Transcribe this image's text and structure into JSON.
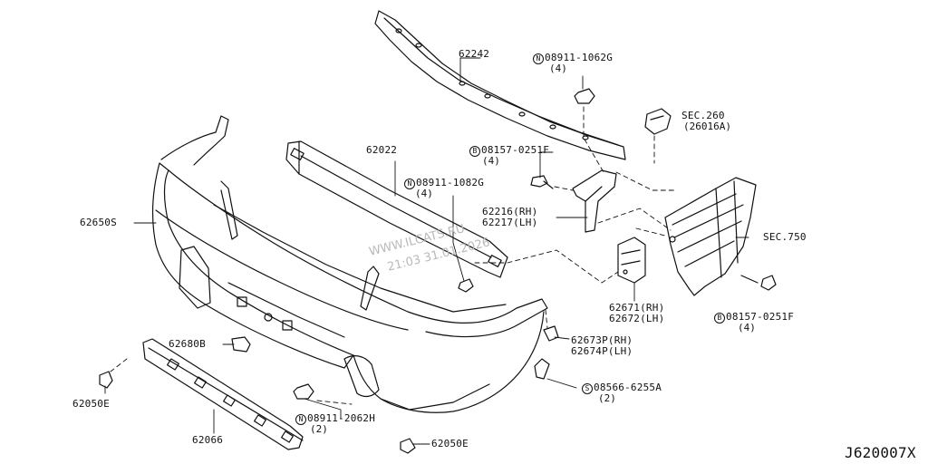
{
  "labels": {
    "p62242": "62242",
    "p62022": "62022",
    "p62650s": "62650S",
    "p62680b": "62680B",
    "p62050e_left": "62050E",
    "p62066": "62066",
    "p62050e_bottom": "62050E",
    "p62216": "62216(RH)",
    "p62217": "62217(LH)",
    "p62671": "62671(RH)",
    "p62672": "62672(LH)",
    "p62673p": "62673P(RH)",
    "p62674p": "62674P(LH)",
    "sec260": "SEC.260",
    "sec260_sub": "(26016A)",
    "sec750": "SEC.750"
  },
  "fasteners": {
    "n1062g": {
      "prefix": "N",
      "part": "08911-1062G",
      "qty": "(4)"
    },
    "n1082g": {
      "prefix": "N",
      "part": "08911-1082G",
      "qty": "(4)"
    },
    "b0251f_top": {
      "prefix": "B",
      "part": "08157-0251F",
      "qty": "(4)"
    },
    "b0251f_right": {
      "prefix": "B",
      "part": "08157-0251F",
      "qty": "(4)"
    },
    "s6255a": {
      "prefix": "S",
      "part": "08566-6255A",
      "qty": "(2)"
    },
    "n2062h": {
      "prefix": "N",
      "part": "08911-2062H",
      "qty": "(2)"
    }
  },
  "watermark": {
    "line1": "WWW.ILCATS.RU",
    "line2": "21:03 31.01.2026"
  },
  "diagram_code": "J620007X"
}
